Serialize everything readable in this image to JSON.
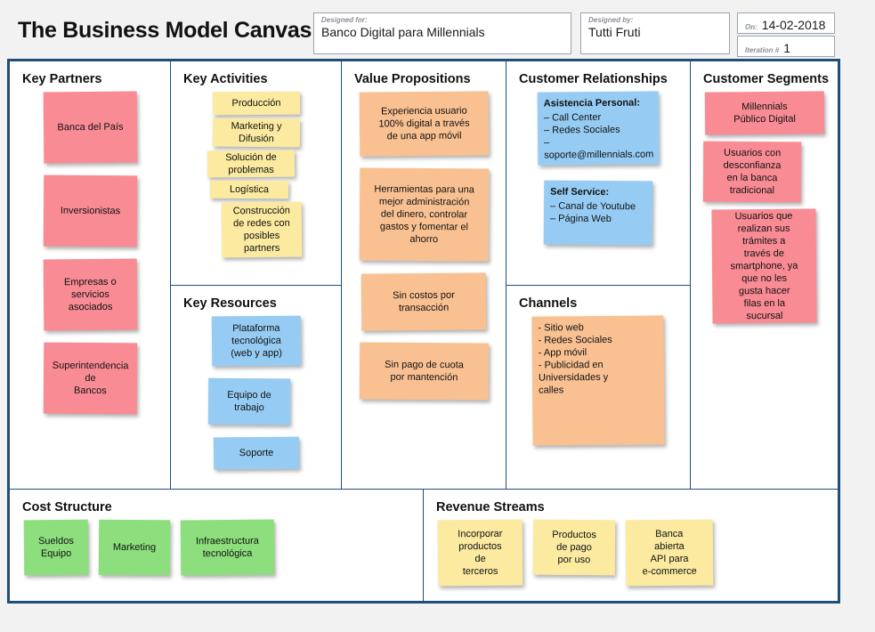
{
  "header": {
    "title": "The Business Model Canvas",
    "designed_for": {
      "label": "Designed for:",
      "value": "Banco Digital para Millennials"
    },
    "designed_by": {
      "label": "Designed by:",
      "value": "Tutti Fruti"
    },
    "on": {
      "label": "On:",
      "value": "14-02-2018"
    },
    "iteration": {
      "label": "Iteration #",
      "value": "1"
    }
  },
  "colors": {
    "frame": "#1f4e79",
    "pink": "#f98b94",
    "yellow": "#fbeaa0",
    "orange": "#f9c192",
    "blue": "#96ccf4",
    "green": "#8ddf7e",
    "page_background": "#f2f2f2"
  },
  "blocks": {
    "key_partners": {
      "title": "Key Partners",
      "notes": [
        {
          "text": "Banca del País",
          "color": "pink"
        },
        {
          "text": "Inversionistas",
          "color": "pink"
        },
        {
          "text": "Empresas o\nservicios\nasociados",
          "color": "pink"
        },
        {
          "text": "Superintendencia de\nBancos",
          "color": "pink"
        }
      ]
    },
    "key_activities": {
      "title": "Key Activities",
      "notes": [
        {
          "text": "Producción",
          "color": "yellow"
        },
        {
          "text": "Marketing y\nDifusión",
          "color": "yellow"
        },
        {
          "text": "Solución de\nproblemas",
          "color": "yellow"
        },
        {
          "text": "Logística",
          "color": "yellow"
        },
        {
          "text": "Construcción\nde redes con\nposibles\npartners",
          "color": "yellow"
        }
      ]
    },
    "key_resources": {
      "title": "Key Resources",
      "notes": [
        {
          "text": "Plataforma\ntecnológica\n(web y app)",
          "color": "blue"
        },
        {
          "text": "Equipo de\ntrabajo",
          "color": "blue"
        },
        {
          "text": "Soporte",
          "color": "blue"
        }
      ]
    },
    "value_propositions": {
      "title": "Value Propositions",
      "notes": [
        {
          "text": "Experiencia usuario\n100% digital a través\nde una app móvil",
          "color": "orange"
        },
        {
          "text": "Herramientas para una\nmejor administración\ndel dinero, controlar\ngastos y fomentar el\nahorro",
          "color": "orange"
        },
        {
          "text": "Sin costos por\ntransacción",
          "color": "orange"
        },
        {
          "text": "Sin pago de cuota\npor mantención",
          "color": "orange"
        }
      ]
    },
    "customer_relationships": {
      "title": "Customer Relationships",
      "notes": [
        {
          "heading": "Asistencia Personal:",
          "text": "– Call Center\n– Redes Sociales\n– soporte@millennials.com",
          "color": "blue"
        },
        {
          "heading": "Self Service:",
          "text": "– Canal de Youtube\n– Página Web",
          "color": "blue"
        }
      ]
    },
    "channels": {
      "title": "Channels",
      "notes": [
        {
          "text": "- Sitio web\n- Redes Sociales\n- App móvil\n- Publicidad en\nUniversidades y\ncalles",
          "color": "orange"
        }
      ]
    },
    "customer_segments": {
      "title": "Customer Segments",
      "notes": [
        {
          "text": "Millennials\nPúblico Digital",
          "color": "pink"
        },
        {
          "text": "Usuarios con\ndesconfianza\nen la banca\ntradicional",
          "color": "pink"
        },
        {
          "text": "Usuarios que\nrealizan sus\ntrámites a\ntravés de\nsmartphone, ya\nque no les\ngusta hacer\nfilas en la\nsucursal",
          "color": "pink"
        }
      ]
    },
    "cost_structure": {
      "title": "Cost Structure",
      "notes": [
        {
          "text": "Sueldos\nEquipo",
          "color": "green"
        },
        {
          "text": "Marketing",
          "color": "green"
        },
        {
          "text": "Infraestructura\ntecnológica",
          "color": "green"
        }
      ]
    },
    "revenue_streams": {
      "title": "Revenue Streams",
      "notes": [
        {
          "text": "Incorporar\nproductos\nde\nterceros",
          "color": "yellow"
        },
        {
          "text": "Productos\nde pago\npor uso",
          "color": "yellow"
        },
        {
          "text": "Banca\nabierta\nAPI para\ne-commerce",
          "color": "yellow"
        }
      ]
    }
  }
}
